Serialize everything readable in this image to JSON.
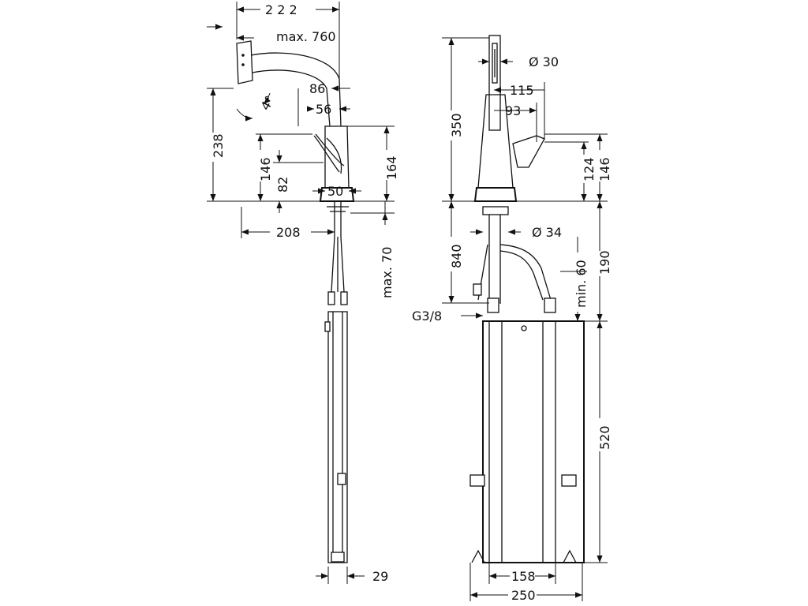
{
  "side_view": {
    "dims": {
      "width_222": "2 2 2",
      "max_760": "max. 760",
      "d86": "86",
      "angle_4": "4°",
      "d56": "56",
      "h238": "238",
      "h146": "146",
      "h82": "82",
      "h164": "164",
      "d50": "50",
      "d208": "208",
      "max_70": "max. 70",
      "d29": "29"
    }
  },
  "front_view": {
    "dims": {
      "dia30": "Ø 30",
      "h350": "350",
      "d115": "115",
      "d93": "93",
      "h124": "124",
      "h146": "146",
      "dia34": "Ø 34",
      "h840": "840",
      "min60": "min. 60",
      "h190": "190",
      "g38": "G3/8",
      "h520": "520",
      "d158": "158",
      "d250": "250"
    }
  }
}
